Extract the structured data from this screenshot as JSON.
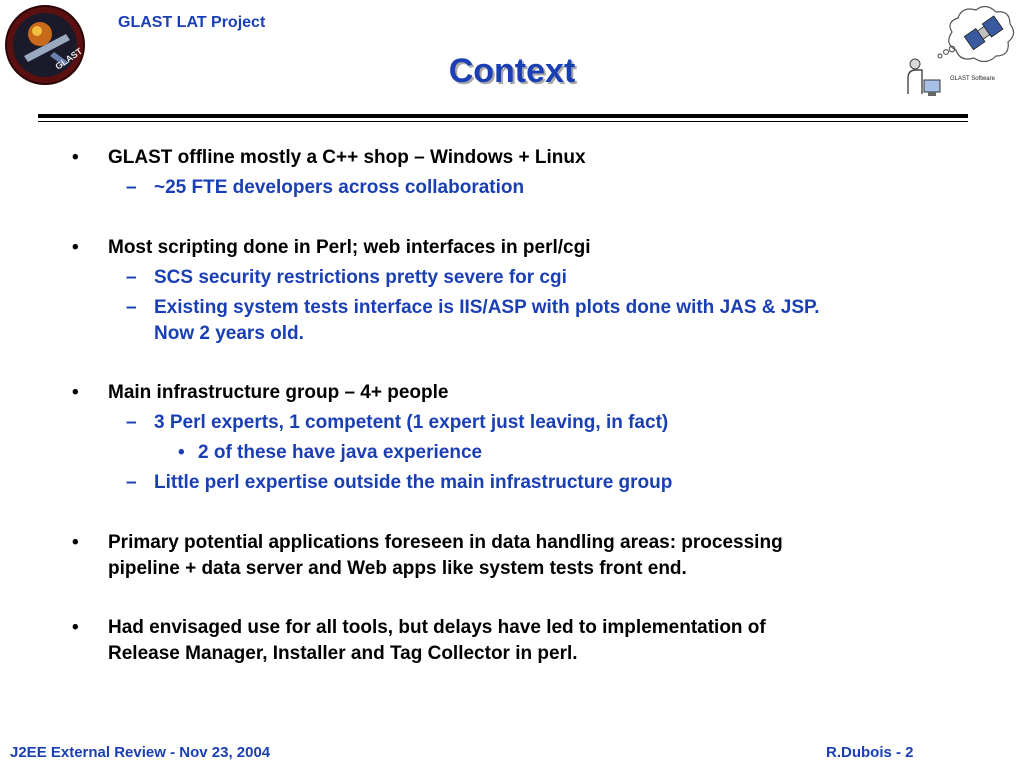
{
  "header": {
    "project": "GLAST LAT Project",
    "title": "Context",
    "right_logo_caption": "GLAST Software",
    "left_logo_text": "GLAST"
  },
  "bullets": {
    "marker_l1": "•",
    "marker_l2": "–",
    "marker_l3": "•",
    "b1": "GLAST offline mostly a C++ shop – Windows + Linux",
    "b1_1": "~25 FTE developers across collaboration",
    "b2": "Most scripting done in Perl; web interfaces in perl/cgi",
    "b2_1": "SCS security restrictions pretty severe for cgi",
    "b2_2_line1": "Existing system tests interface is IIS/ASP with plots done with JAS & JSP.",
    "b2_2_line2": "Now 2 years old.",
    "b3": "Main infrastructure group – 4+ people",
    "b3_1": "3 Perl experts, 1 competent (1 expert just leaving, in fact)",
    "b3_1_1": "2 of these have java experience",
    "b3_2": "Little perl expertise outside the main infrastructure group",
    "b4_line1": "Primary potential applications foreseen in data handling areas: processing",
    "b4_line2": "pipeline + data server and Web apps like system tests front end.",
    "b5_line1": "Had envisaged use for all tools, but delays have led to implementation of",
    "b5_line2": "Release Manager, Installer and Tag Collector in perl."
  },
  "footer": {
    "left": "J2EE External Review - Nov 23, 2004",
    "right": "R.Dubois - 2"
  },
  "colors": {
    "accent_blue": "#1a3fb5",
    "text_black": "#000000"
  }
}
